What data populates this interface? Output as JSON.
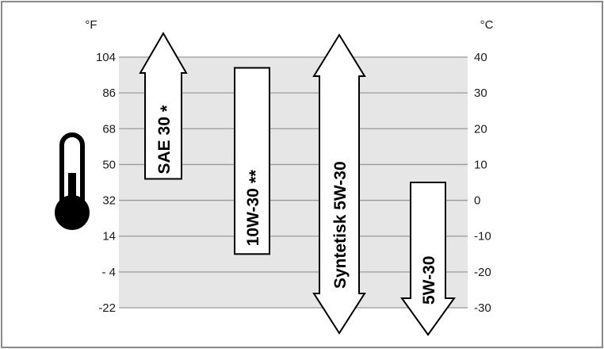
{
  "chart_data": {
    "type": "bar",
    "title": "",
    "axes": {
      "left": {
        "unit": "°F",
        "ticks": [
          "104",
          "86",
          "68",
          "50",
          "32",
          "14",
          "- 4",
          "-22"
        ]
      },
      "right": {
        "unit": "°C",
        "ticks": [
          "40",
          "30",
          "20",
          "10",
          "0",
          "-10",
          "-20",
          "-30"
        ],
        "ylim": [
          -30,
          40
        ]
      }
    },
    "grid": true,
    "series": [
      {
        "name": "SAE 30",
        "mark": "*",
        "shape": "arrow-up",
        "min_c": 6,
        "max_c": 40
      },
      {
        "name": "10W-30",
        "mark": "**",
        "shape": "rect",
        "min_c": -15,
        "max_c": 37
      },
      {
        "name": "Syntetisk 5W-30",
        "mark": "",
        "shape": "arrow-both",
        "min_c": -30,
        "max_c": 40
      },
      {
        "name": "5W-30",
        "mark": "",
        "shape": "arrow-down",
        "min_c": -30,
        "max_c": 5
      }
    ]
  },
  "colors": {
    "plot_band": "#e6e6e6",
    "grid": "#9a9a9a",
    "frame": "#8a8a8a",
    "mark_fill": "#ffffff",
    "mark_stroke": "#000000"
  },
  "icons": {
    "thermometer": "thermometer-icon"
  }
}
